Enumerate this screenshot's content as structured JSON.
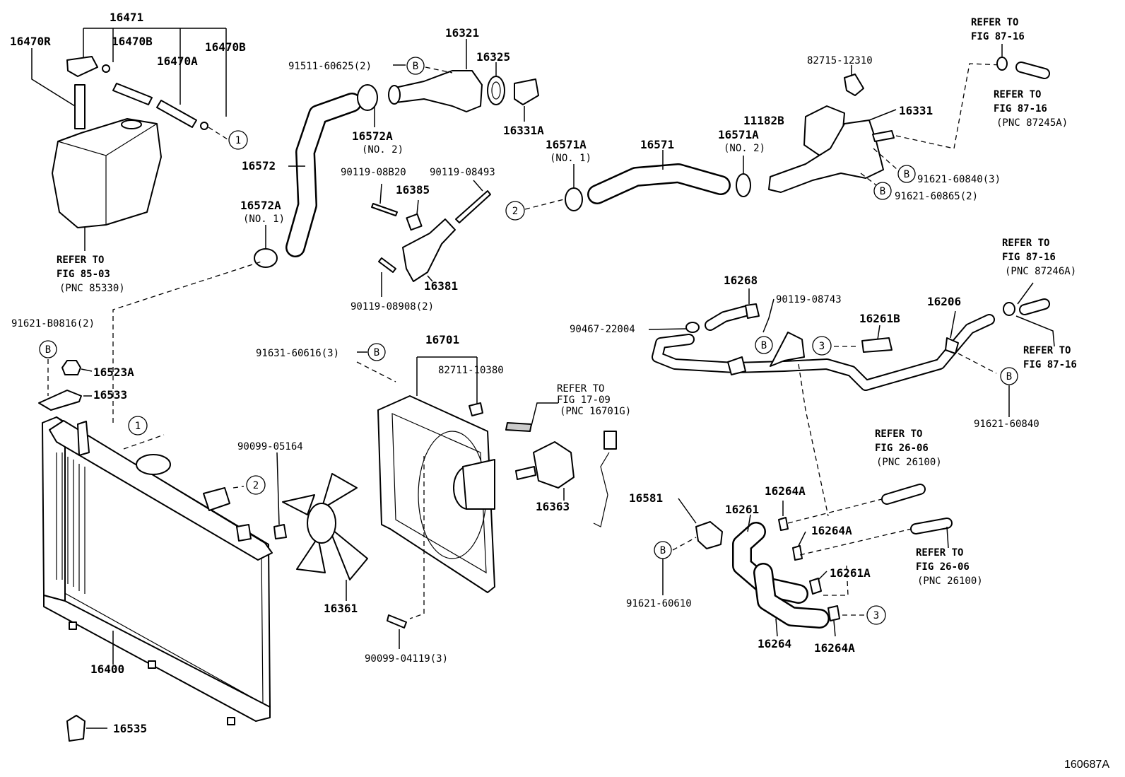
{
  "figure_code": "160687A",
  "parts": {
    "p16471": "16471",
    "p16470R": "16470R",
    "p16470B_a": "16470B",
    "p16470B_b": "16470B",
    "p16470A": "16470A",
    "p16321": "16321",
    "p16325": "16325",
    "p91511": "91511-60625(2)",
    "p16572A_2": "16572A",
    "p16331A": "16331A",
    "p16572": "16572",
    "p16572A_1": "16572A",
    "p90119_08B20": "90119-08B20",
    "p90119_08493": "90119-08493",
    "p16385": "16385",
    "p16381": "16381",
    "p90119_08908": "90119-08908(2)",
    "p82715": "82715-12310",
    "p11182B": "11182B",
    "p16331": "16331",
    "p16571A_1": "16571A",
    "p16571": "16571",
    "p16571A_2": "16571A",
    "p91621_60840_3": "91621-60840(3)",
    "p91621_60865": "91621-60865(2)",
    "p16268": "16268",
    "p90119_08743": "90119-08743",
    "p16261B": "16261B",
    "p16206": "16206",
    "p90467": "90467-22004",
    "p91621_60840": "91621-60840",
    "p91621_B0816": "91621-B0816(2)",
    "p16523A": "16523A",
    "p16533": "16533",
    "p16701": "16701",
    "p91631": "91631-60616(3)",
    "p82711": "82711-10380",
    "p90099_05164": "90099-05164",
    "p16363": "16363",
    "p16361": "16361",
    "p90099_04119": "90099-04119(3)",
    "p16400": "16400",
    "p16535": "16535",
    "p16581": "16581",
    "p16264A_1": "16264A",
    "p16261": "16261",
    "p16264A_2": "16264A",
    "p16261A": "16261A",
    "p16264A_3": "16264A",
    "p16264": "16264",
    "p91621_60610": "91621-60610"
  },
  "subs": {
    "no2_a": "(NO. 2)",
    "no1_a": "(NO. 1)",
    "no1_b": "(NO. 1)",
    "no2_b": "(NO. 2)"
  },
  "refs": {
    "r8503_l1": "REFER TO",
    "r8503_l2": "FIG 85-03",
    "r8503_l3": "(PNC 85330)",
    "r8716a_l1": "REFER TO",
    "r8716a_l2": "FIG 87-16",
    "r8716b_l1": "REFER TO",
    "r8716b_l2": "FIG 87-16",
    "r8716b_l3": "(PNC 87245A)",
    "r8716c_l1": "REFER TO",
    "r8716c_l2": "FIG 87-16",
    "r8716c_l3": "(PNC 87246A)",
    "r8716d_l1": "REFER TO",
    "r8716d_l2": "FIG 87-16",
    "r1709_l1": "REFER TO",
    "r1709_l2": "FIG 17-09",
    "r1709_l3": "(PNC 16701G)",
    "r2606a_l1": "REFER TO",
    "r2606a_l2": "FIG 26-06",
    "r2606a_l3": "(PNC 26100)",
    "r2606b_l1": "REFER TO",
    "r2606b_l2": "FIG 26-06",
    "r2606b_l3": "(PNC 26100)"
  },
  "markers": {
    "one": "1",
    "two": "2",
    "three": "3",
    "b": "B"
  }
}
